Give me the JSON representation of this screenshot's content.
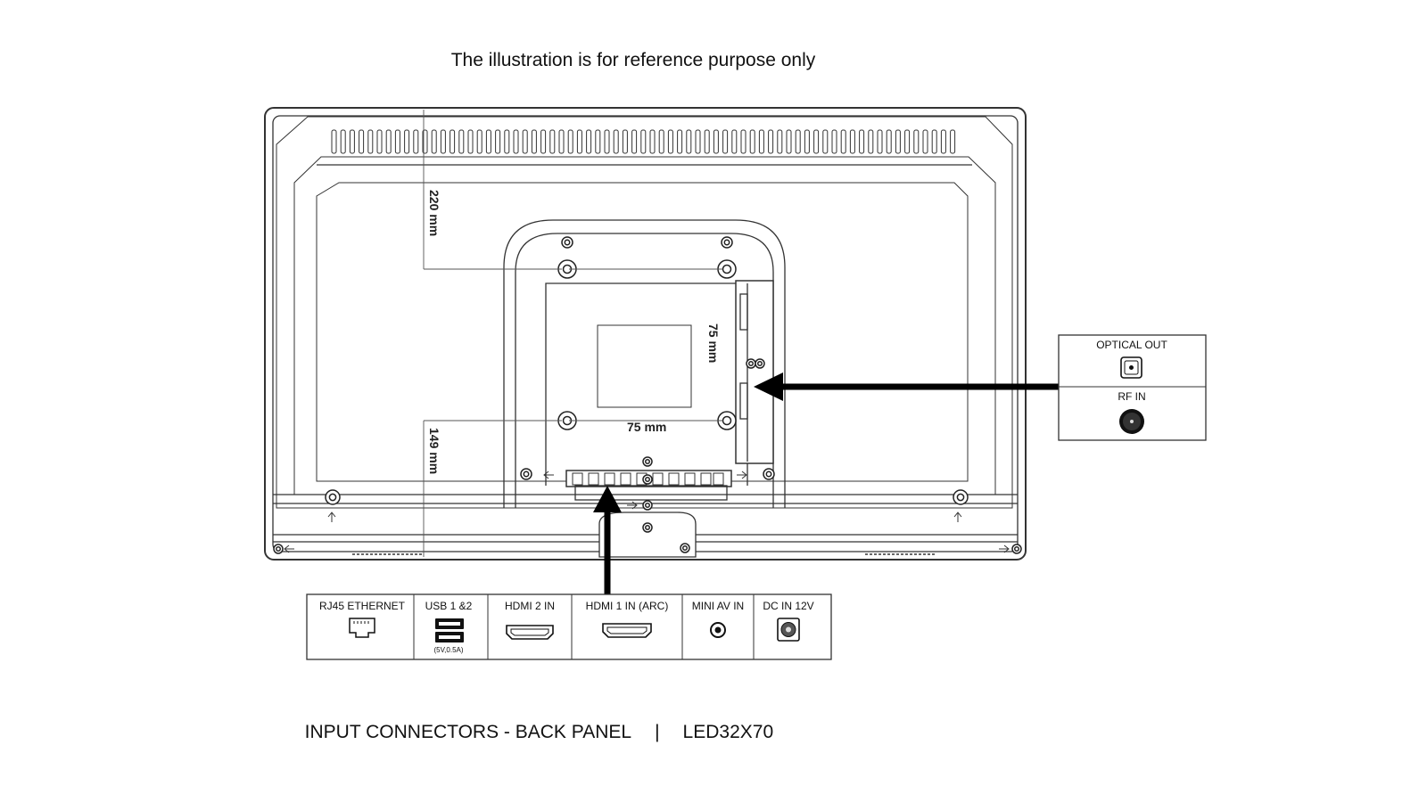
{
  "header": {
    "note": "The illustration is for reference purpose only"
  },
  "dimensions": {
    "top_distance": "220 mm",
    "bottom_distance": "149 mm",
    "vesa_vertical": "75 mm",
    "vesa_horizontal": "75 mm"
  },
  "side_panel": {
    "connectors": [
      {
        "label": "OPTICAL OUT",
        "icon": "optical-port-icon"
      },
      {
        "label": "RF IN",
        "icon": "rf-coax-icon"
      }
    ]
  },
  "bottom_panel": {
    "connectors": [
      {
        "label": "RJ45 ETHERNET",
        "icon": "ethernet-port-icon"
      },
      {
        "label": "USB 1 &2",
        "icon": "usb-port-icon",
        "note": "(5V,0.5A)"
      },
      {
        "label": "HDMI 2 IN",
        "icon": "hdmi-port-icon"
      },
      {
        "label": "HDMI 1 IN (ARC)",
        "icon": "hdmi-port-icon"
      },
      {
        "label": "MINI AV IN",
        "icon": "mini-av-jack-icon"
      },
      {
        "label": "DC IN 12V",
        "icon": "dc-jack-icon"
      }
    ]
  },
  "footer": {
    "title": "INPUT CONNECTORS - BACK PANEL",
    "separator": "|",
    "model": "LED32X70"
  }
}
